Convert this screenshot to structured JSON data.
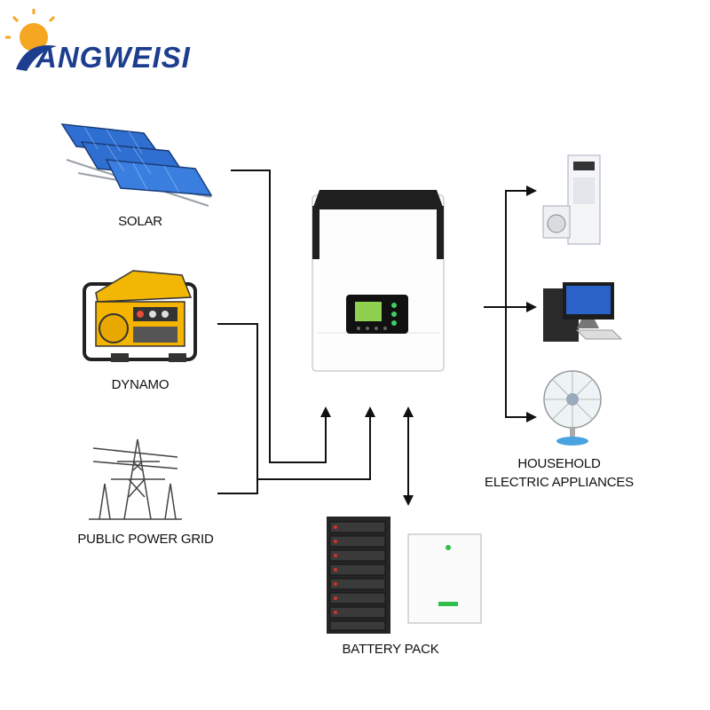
{
  "brand": {
    "name": "ANGWEISI",
    "colors": {
      "primary": "#1d3d8f",
      "sun": "#f5a623"
    }
  },
  "sources": {
    "solar": "SOLAR",
    "dynamo": "DYNAMO",
    "grid": "PUBLIC POWER GRID"
  },
  "storage": {
    "battery": "BATTERY PACK"
  },
  "loads": {
    "line1": "HOUSEHOLD",
    "line2": "ELECTRIC APPLIANCES"
  },
  "colors": {
    "wire": "#111111",
    "inverter_body": "#ffffff",
    "lcd": "#8fd14f"
  }
}
